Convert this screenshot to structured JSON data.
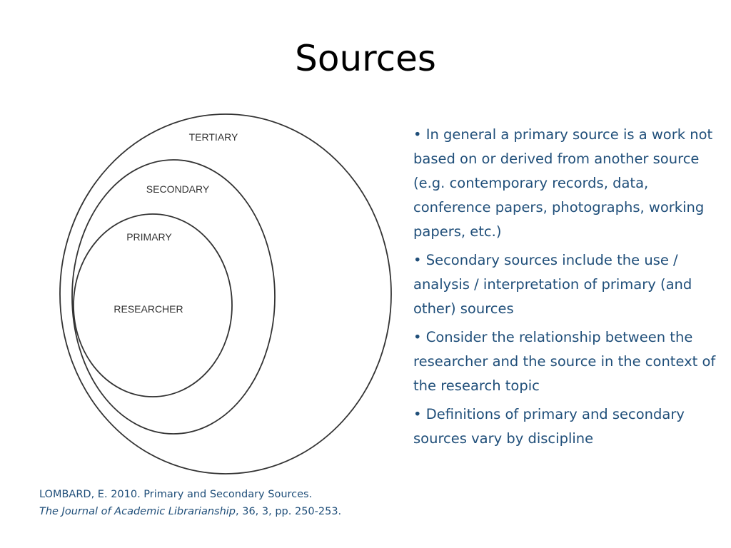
{
  "title": "Sources",
  "diagram": {
    "labels": {
      "tertiary": "TERTIARY",
      "secondary": "SECONDARY",
      "primary": "PRIMARY",
      "researcher": "RESEARCHER"
    }
  },
  "bullets": [
    "• In general a primary source is a work not based on or derived from another source (e.g. contemporary records, data, conference papers, photographs, working papers, etc.)",
    "• Secondary sources include the use / analysis / interpretation of primary (and other) sources",
    "• Consider the relationship between the researcher and the source in the context of the research topic",
    "• Definitions of primary and secondary sources vary by discipline"
  ],
  "citation": {
    "line1": "LOMBARD, E. 2010. Primary and Secondary Sources.",
    "journal": "The Journal of Academic Librarianship",
    "details": ", 36, 3, pp. 250-253."
  },
  "colors": {
    "text_accent": "#1f4e79",
    "diagram_stroke": "#333333"
  }
}
